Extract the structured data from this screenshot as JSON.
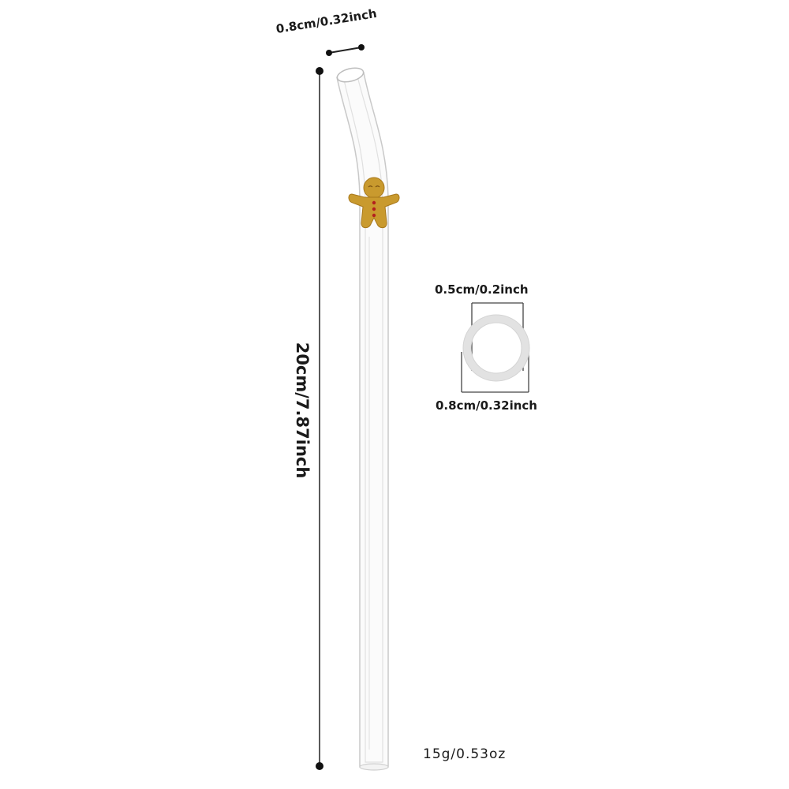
{
  "dimensions": {
    "top_diameter": "0.8cm/0.32inch",
    "length": "20cm/7.87inch",
    "inner_diameter": "0.5cm/0.2inch",
    "outer_diameter": "0.8cm/0.32inch"
  },
  "weight": "15g/0.53oz",
  "colors": {
    "background": "#ffffff",
    "glass": "#cfcfcf",
    "gingerbread": "#c99a2e",
    "gingerbread_buttons": "#b3201e",
    "measure_line": "#222222"
  },
  "decoration": "gingerbread-man"
}
